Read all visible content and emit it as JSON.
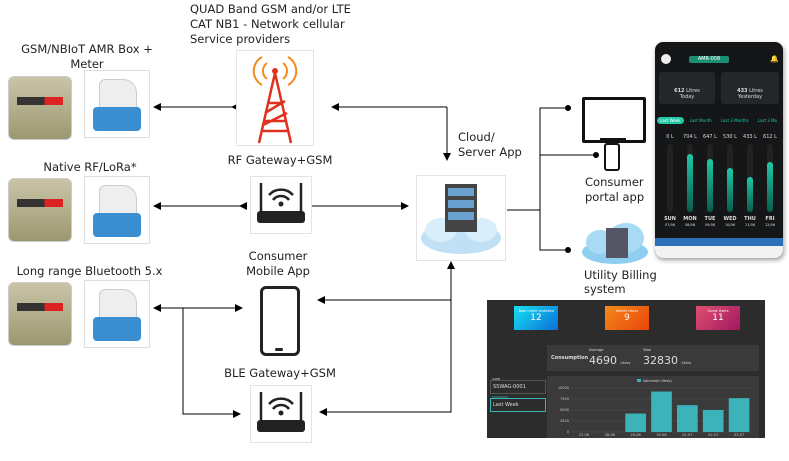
{
  "labels": {
    "amr": "GSM/NBIoT AMR Box + Meter",
    "rf": "Native RF/LoRa*",
    "ble": "Long range Bluetooth 5.x",
    "network": "QUAD Band GSM and/or LTE CAT NB1 -  Network cellular Service providers",
    "rf_gateway": "RF Gateway+GSM",
    "consumer_app": "Consumer Mobile App",
    "ble_gateway": "BLE Gateway+GSM",
    "cloud": "Cloud/ Server App",
    "portal": "Consumer portal app",
    "billing": "Utility Billing system"
  },
  "phone_screen": {
    "device": "AMR-008",
    "today_value": "612",
    "today_unit": "Litres",
    "today_label": "Today",
    "yesterday_value": "433",
    "yesterday_unit": "Litres",
    "yesterday_label": "Yesterday",
    "tabs": [
      "Last Week",
      "Last Month",
      "Last 3 Months",
      "Last 3 Mo"
    ],
    "bars": [
      {
        "value": "0 L",
        "day": "SUN",
        "date": "07/06",
        "level": 0
      },
      {
        "value": "704 L",
        "day": "MON",
        "date": "08/06",
        "level": 0.85
      },
      {
        "value": "647 L",
        "day": "TUE",
        "date": "09/06",
        "level": 0.78
      },
      {
        "value": "530 L",
        "day": "WED",
        "date": "10/06",
        "level": 0.64
      },
      {
        "value": "433 L",
        "day": "THU",
        "date": "11/06",
        "level": 0.52
      },
      {
        "value": "612 L",
        "day": "FRI",
        "date": "12/06",
        "level": 0.74
      }
    ],
    "accent": "#1fc9a8"
  },
  "dashboard": {
    "cards": [
      {
        "title": "Total meter installed",
        "value": "12",
        "color": "linear-gradient(135deg,#19e0f0,#0a6fd8)"
      },
      {
        "title": "Admin Users",
        "value": "9",
        "color": "linear-gradient(135deg,#f48a1a,#e8440a)"
      },
      {
        "title": "Guest Users",
        "value": "11",
        "color": "linear-gradient(135deg,#e05070,#a01860)"
      }
    ],
    "consumption_label": "Consumption",
    "average_label": "Average",
    "average_value": "4690",
    "average_unit": "Liters",
    "total_label": "Total",
    "total_value": "32830",
    "total_unit": "Liters",
    "user_label": "USER",
    "user_value": "SSWAG-0001",
    "duration_label": "DURATION",
    "duration_value": "Last Week",
    "legend": "Volume(in litres)",
    "yticks": [
      "10000",
      "7500",
      "5000",
      "2500",
      "0"
    ],
    "xticks": [
      "27-06",
      "28-06",
      "29-06",
      "30-06",
      "01-07",
      "02-07",
      "03-07"
    ],
    "values": [
      0,
      0,
      4200,
      9200,
      6100,
      5000,
      7700
    ],
    "ymax": 10000,
    "bar_color": "#3bb3b8"
  }
}
